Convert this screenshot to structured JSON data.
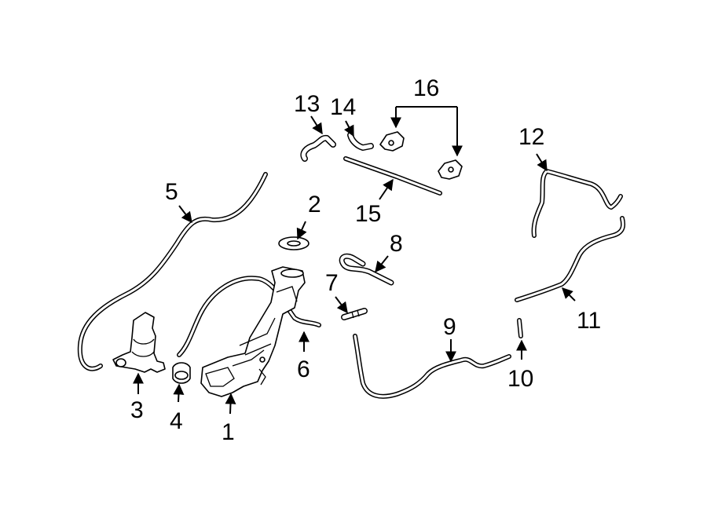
{
  "callouts": [
    {
      "id": "1",
      "text": "1"
    },
    {
      "id": "2",
      "text": "2"
    },
    {
      "id": "3",
      "text": "3"
    },
    {
      "id": "4",
      "text": "4"
    },
    {
      "id": "5",
      "text": "5"
    },
    {
      "id": "6",
      "text": "6"
    },
    {
      "id": "7",
      "text": "7"
    },
    {
      "id": "8",
      "text": "8"
    },
    {
      "id": "9",
      "text": "9"
    },
    {
      "id": "10",
      "text": "10"
    },
    {
      "id": "11",
      "text": "11"
    },
    {
      "id": "12",
      "text": "12"
    },
    {
      "id": "13",
      "text": "13"
    },
    {
      "id": "14",
      "text": "14"
    },
    {
      "id": "15",
      "text": "15"
    },
    {
      "id": "16",
      "text": "16"
    }
  ],
  "colors": {
    "line": "#000000",
    "background": "#ffffff"
  }
}
